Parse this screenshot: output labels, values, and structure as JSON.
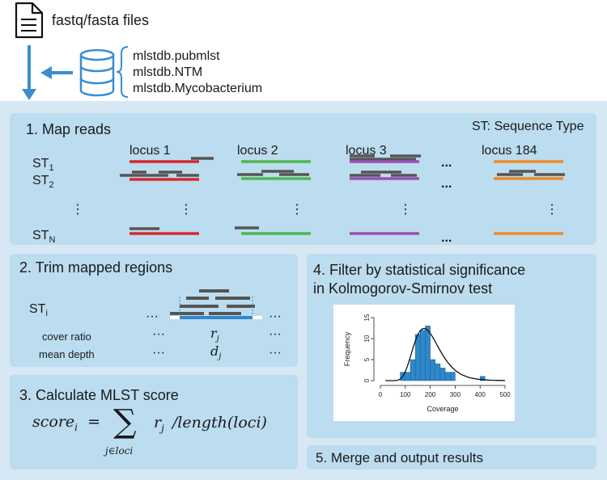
{
  "input": {
    "files_label": "fastq/fasta files",
    "databases": [
      "mlstdb.pubmlst",
      "mlstdb.NTM",
      "mlstdb.Mycobacterium"
    ]
  },
  "step1": {
    "title": "1. Map reads",
    "legend": "ST: Sequence Type",
    "loci": [
      "locus 1",
      "locus 2",
      "locus 3",
      "locus 184"
    ],
    "rows": [
      {
        "base": "ST",
        "sub": "1"
      },
      {
        "base": "ST",
        "sub": "2"
      },
      {
        "base": "ST",
        "sub": "N"
      }
    ],
    "locus_colors": [
      "#d7282f",
      "#4db84d",
      "#9a4fb5",
      "#f08a24"
    ],
    "ellipsis_h": "...",
    "ellipsis_v": "⋮"
  },
  "step2": {
    "title": "2. Trim mapped regions",
    "row_base": "ST",
    "row_sub": "i",
    "metrics": [
      {
        "label": "cover ratio",
        "var": "r",
        "sub": "j"
      },
      {
        "label": "mean depth",
        "var": "d",
        "sub": "j"
      }
    ],
    "ellipsis": "···"
  },
  "step3": {
    "title": "3. Calculate MLST score",
    "formula": {
      "lhs": "score",
      "lhs_sub": "i",
      "equals": "=",
      "sum": "∑",
      "sum_sub": "j∈loci",
      "term": "r",
      "term_sub": "j",
      "rest": "/length(loci)"
    }
  },
  "step4": {
    "title_line1": "4. Filter by statistical significance",
    "title_line2": "in Kolmogorov-Smirnov test"
  },
  "step5": {
    "title": "5. Merge and output results"
  },
  "chart_data": {
    "type": "bar",
    "title": "",
    "xlabel": "Coverage",
    "ylabel": "Frequency",
    "xlim": [
      0,
      500
    ],
    "ylim": [
      0,
      15
    ],
    "xticks": [
      0,
      100,
      200,
      300,
      400,
      500
    ],
    "yticks": [
      0,
      5,
      10,
      15
    ],
    "bin_width": 20,
    "bins": [
      {
        "x0": 80,
        "x1": 100,
        "count": 2
      },
      {
        "x0": 100,
        "x1": 120,
        "count": 2
      },
      {
        "x0": 120,
        "x1": 140,
        "count": 5
      },
      {
        "x0": 140,
        "x1": 160,
        "count": 11
      },
      {
        "x0": 160,
        "x1": 180,
        "count": 12
      },
      {
        "x0": 180,
        "x1": 200,
        "count": 13
      },
      {
        "x0": 200,
        "x1": 220,
        "count": 5
      },
      {
        "x0": 220,
        "x1": 240,
        "count": 4
      },
      {
        "x0": 240,
        "x1": 260,
        "count": 3
      },
      {
        "x0": 260,
        "x1": 280,
        "count": 2
      },
      {
        "x0": 280,
        "x1": 300,
        "count": 2
      },
      {
        "x0": 400,
        "x1": 420,
        "count": 1
      }
    ],
    "bar_color": "#2e88c9",
    "fit_curve": "lognormal",
    "fit_peak": {
      "x": 175,
      "y": 12.4
    }
  }
}
